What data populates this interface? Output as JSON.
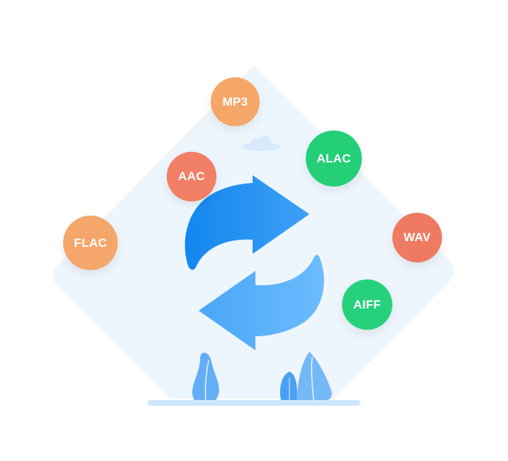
{
  "colors": {
    "diamond": "#eef6fd",
    "arrow_dark": "#1589ef",
    "arrow_light": "#5cb3fb",
    "orange": "#f6a468",
    "salmon": "#f07a62",
    "green": "#26d07c",
    "plant": "#64aef6",
    "ground": "#cfe6fa",
    "cloud": "#d8ebfb"
  },
  "icons": [
    "convert-arrows-icon",
    "cloud-icon",
    "plant-icon"
  ],
  "formats": [
    {
      "label": "MP3",
      "color": "#f5a76a"
    },
    {
      "label": "ALAC",
      "color": "#25cf78"
    },
    {
      "label": "AAC",
      "color": "#f07f66"
    },
    {
      "label": "FLAC",
      "color": "#f5a66a"
    },
    {
      "label": "WAV",
      "color": "#ee7a62"
    },
    {
      "label": "AIFF",
      "color": "#27d17c"
    }
  ]
}
